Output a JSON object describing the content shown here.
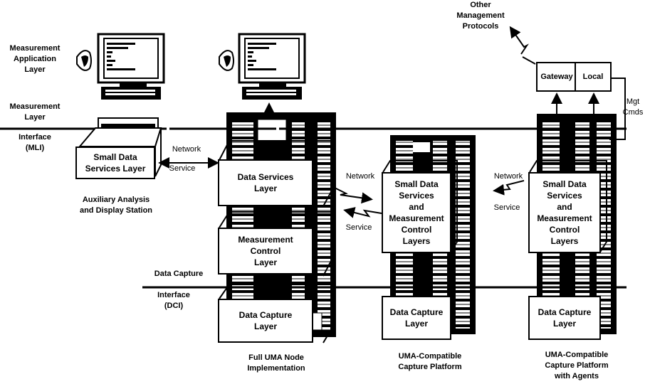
{
  "labels": {
    "measurement_application_layer": "Measurement\nApplication\nLayer",
    "measurement_layer": "Measurement\nLayer",
    "interface_mli": "Interface\n(MLI)",
    "data_capture": "Data Capture",
    "interface_dci": "Interface\n(DCI)",
    "auxiliary_station": "Auxiliary Analysis\nand Display Station",
    "full_uma_node": "Full UMA Node\nImplementation",
    "uma_compatible_platform": "UMA-Compatible\nCapture Platform",
    "uma_compatible_agents": "UMA-Compatible\nCapture Platform\nwith Agents",
    "other_management_protocols": "Other\nManagement\nProtocols",
    "mgt_cmds": "Mgt\nCmds",
    "network_1": "Network",
    "service_1": "Service",
    "network_2": "Network",
    "service_2": "Service",
    "network_3": "Network",
    "service_3": "Service"
  },
  "boxes": {
    "small_data_services_left": "Small Data\nServices Layer",
    "data_services_layer": "Data Services\nLayer",
    "measurement_control_layer": "Measurement\nControl\nLayer",
    "data_capture_layer_1": "Data Capture\nLayer",
    "small_services_measurement_2": "Small Data\nServices\nand\nMeasurement\nControl\nLayers",
    "data_capture_layer_2": "Data Capture\nLayer",
    "small_services_measurement_3": "Small Data\nServices\nand\nMeasurement\nControl\nLayers",
    "data_capture_layer_3": "Data Capture\nLayer",
    "gateway": "Gateway",
    "local": "Local"
  }
}
